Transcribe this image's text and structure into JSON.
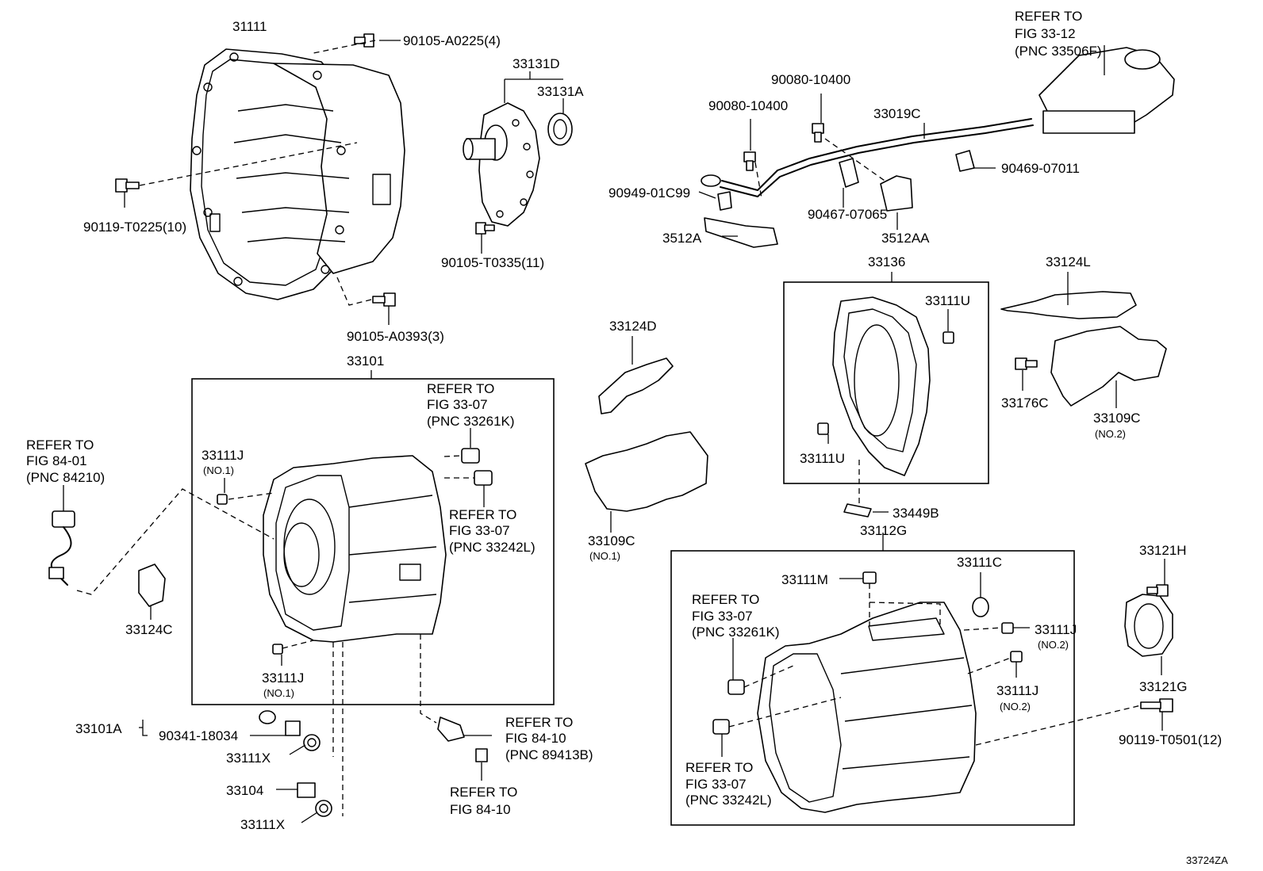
{
  "labels": {
    "p31111": "31111",
    "p90105_a0225": "90105-A0225(4)",
    "p90119_t0225": "90119-T0225(10)",
    "p90105_a0393": "90105-A0393(3)",
    "p33131d": "33131D",
    "p33131a": "33131A",
    "p90105_t0335": "90105-T0335(11)",
    "p90080_a": "90080-10400",
    "p90080_b": "90080-10400",
    "p33019c": "33019C",
    "p90949": "90949-01C99",
    "p90467": "90467-07065",
    "p90469": "90469-07011",
    "p3512a": "3512A",
    "p3512aa": "3512AA",
    "p33136": "33136",
    "p33124l": "33124L",
    "p33111u_top": "33111U",
    "p33111u_bot": "33111U",
    "p33176c": "33176C",
    "p33109c_2": "33109C",
    "p33109c_2_sub": "(NO.2)",
    "p33124d": "33124D",
    "p33109c_1": "33109C",
    "p33109c_1_sub": "(NO.1)",
    "p33449b": "33449B",
    "p33112g": "33112G",
    "p33101": "33101",
    "p33111j_a": "33111J",
    "p33111j_a_sub": "(NO.1)",
    "p33111j_b": "33111J",
    "p33111j_b_sub": "(NO.1)",
    "p33124c": "33124C",
    "p33101a": "33101A",
    "p90341": "90341-18034",
    "p33111x_a": "33111X",
    "p33104": "33104",
    "p33111x_b": "33111X",
    "p33111m": "33111M",
    "p33111c": "33111C",
    "p33111j_c": "33111J",
    "p33111j_c_sub": "(NO.2)",
    "p33111j_d": "33111J",
    "p33111j_d_sub": "(NO.2)",
    "p33121h": "33121H",
    "p33121g": "33121G",
    "p90119_t0501": "90119-T0501(12)",
    "code": "33724ZA"
  },
  "refs": {
    "fig33_12": [
      "REFER TO",
      "FIG 33-12",
      "(PNC 33506F)"
    ],
    "fig84_01": [
      "REFER TO",
      "FIG 84-01",
      "(PNC 84210)"
    ],
    "fig33_07_a": [
      "REFER TO",
      "FIG 33-07",
      "(PNC 33261K)"
    ],
    "fig33_07_b": [
      "REFER TO",
      "FIG 33-07",
      "(PNC 33242L)"
    ],
    "fig84_10_a": [
      "REFER TO",
      "FIG 84-10",
      "(PNC 89413B)"
    ],
    "fig84_10_b": [
      "REFER TO",
      "FIG 84-10"
    ],
    "fig33_07_c": [
      "REFER TO",
      "FIG 33-07",
      "(PNC 33261K)"
    ],
    "fig33_07_d": [
      "REFER TO",
      "FIG 33-07",
      "(PNC 33242L)"
    ]
  }
}
